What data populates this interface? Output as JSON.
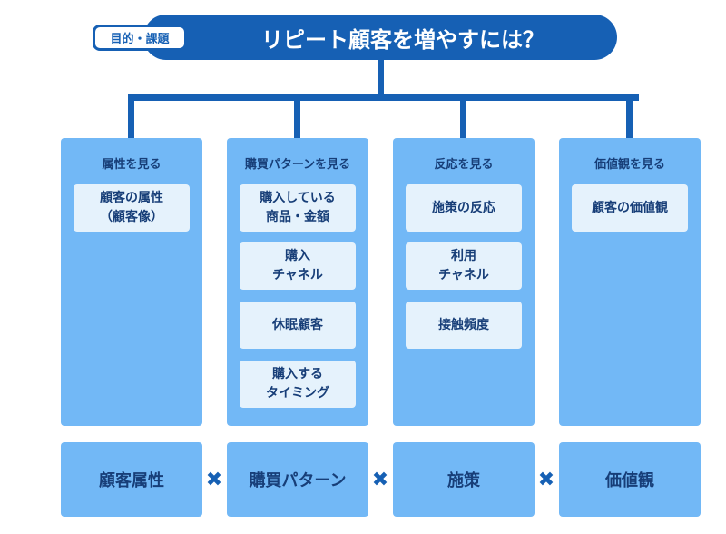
{
  "header": {
    "tag": "目的・課題",
    "title": "リピート顧客を増やすには？"
  },
  "columns": [
    {
      "title": "属性を見る",
      "items": [
        [
          "顧客の属性",
          "（顧客像）"
        ]
      ]
    },
    {
      "title": "購買パターンを見る",
      "items": [
        [
          "購入している",
          "商品・金額"
        ],
        [
          "購入",
          "チャネル"
        ],
        [
          "休眠顧客"
        ],
        [
          "購入する",
          "タイミング"
        ]
      ]
    },
    {
      "title": "反応を見る",
      "items": [
        [
          "施策の反応"
        ],
        [
          "利用",
          "チャネル"
        ],
        [
          "接触頻度"
        ]
      ]
    },
    {
      "title": "価値観を見る",
      "items": [
        [
          "顧客の価値観"
        ]
      ]
    }
  ],
  "bottom": [
    "顧客属性",
    "購買パターン",
    "施策",
    "価値観"
  ],
  "operator": "✖",
  "colors": {
    "primary": "#1660b4",
    "column": "#72b8f6",
    "item": "#e5f2fc",
    "text": "#173e78"
  }
}
